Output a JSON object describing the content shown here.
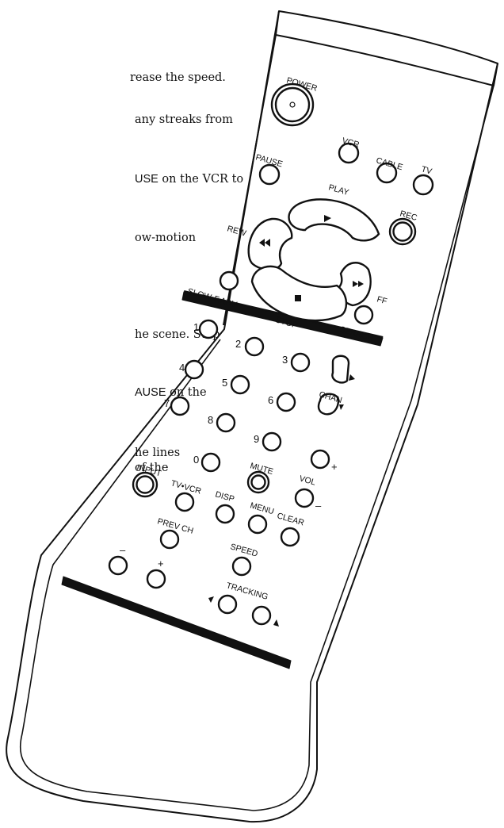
{
  "manual_text": {
    "line1": "rease the speed.",
    "line2": "any streaks from",
    "line3_sans": "USE",
    "line3_rest": " on the VCR to",
    "line4": "ow-motion",
    "line5": "he scene. Stop",
    "line6_sans": "AUSE",
    "line6_rest": " on the",
    "line7": "he lines",
    "line8": "of the"
  },
  "remote": {
    "power": "POWER",
    "vcr": "VCR",
    "cable": "CABLE",
    "tv": "TV",
    "pause": "PAUSE",
    "play": "PLAY",
    "rec": "REC",
    "rew": "REW",
    "ff": "FF",
    "slow_fadv": "SLOW•F.ADV",
    "stop": "STOP",
    "search": "SEARCH",
    "chan": "CHAN",
    "input": "INPUT",
    "tv_vcr": "TV•VCR",
    "mute": "MUTE",
    "vol": "VOL",
    "disp": "DISP",
    "menu": "MENU",
    "clear": "CLEAR",
    "prev_ch": "PREV CH",
    "speed": "SPEED",
    "tracking": "TRACKING",
    "num1": "1",
    "num2": "2",
    "num3": "3",
    "num4": "4",
    "num5": "5",
    "num6": "6",
    "num7": "7",
    "num8": "8",
    "num9": "9",
    "num0": "0",
    "plus": "+",
    "minus": "–"
  }
}
